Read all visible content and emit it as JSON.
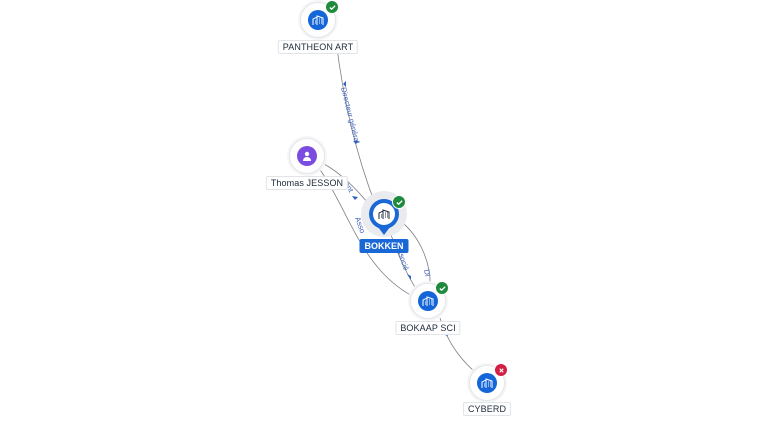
{
  "nodes": [
    {
      "id": "pantheon",
      "label": "PANTHEON ART",
      "kind": "company",
      "status": "active",
      "icon": "building-icon"
    },
    {
      "id": "jesson",
      "label": "Thomas JESSON",
      "kind": "person",
      "status": "",
      "icon": "person-icon"
    },
    {
      "id": "bokken",
      "label": "BOKKEN",
      "kind": "company",
      "status": "active",
      "icon": "building-icon",
      "selected": true
    },
    {
      "id": "bokaap",
      "label": "BOKAAP SCI",
      "kind": "company",
      "status": "active",
      "icon": "building-icon"
    },
    {
      "id": "cyberd",
      "label": "CYBERD",
      "kind": "company",
      "status": "closed",
      "icon": "building-icon"
    }
  ],
  "edges": [
    {
      "from": "pantheon",
      "to": "bokken",
      "label": "Directeur général"
    },
    {
      "from": "jesson",
      "to": "bokken",
      "label": "ant"
    },
    {
      "from": "jesson",
      "to": "bokaap",
      "label": "Asso"
    },
    {
      "from": "bokken",
      "to": "bokaap",
      "label": "Associé"
    },
    {
      "from": "bokken",
      "to": "bokaap",
      "label": "Di"
    },
    {
      "from": "bokaap",
      "to": "cyberd",
      "label": ""
    }
  ],
  "colors": {
    "company": "#1466d8",
    "person": "#7a4de0",
    "active_badge": "#1f8a3e",
    "closed_badge": "#d21f43",
    "edge_label": "#3d5fb8"
  }
}
